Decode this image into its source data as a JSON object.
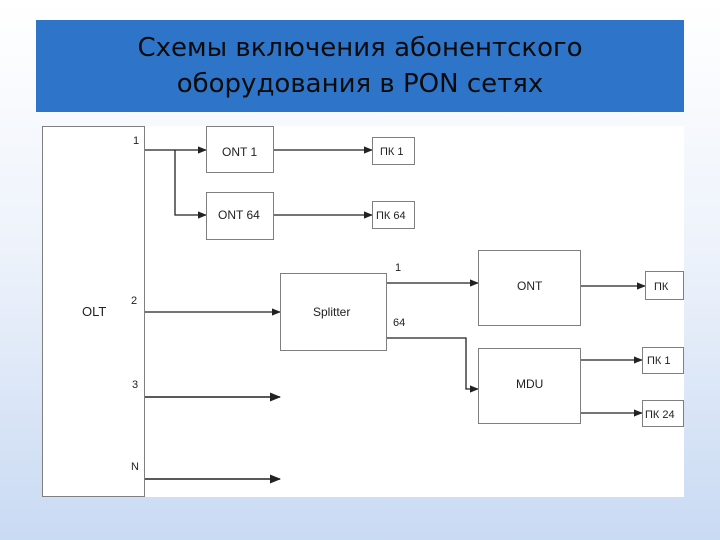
{
  "slide": {
    "title_line1": "Схемы включения абонентского",
    "title_line2": "оборудования в PON сетях"
  },
  "diagram": {
    "olt": "OLT",
    "ports": [
      "1",
      "2",
      "3",
      "N"
    ],
    "ont1": "ONT 1",
    "ont64": "ONT 64",
    "pk1": "ПК 1",
    "pk64": "ПК 64",
    "splitter": "Splitter",
    "splitter_out1": "1",
    "splitter_out64": "64",
    "ont": "ONT",
    "pk": "ПК",
    "mdu": "MDU",
    "mdu_pk1": "ПК 1",
    "mdu_pk24": "ПК 24"
  },
  "colors": {
    "title_bg": "#2e75c9",
    "line": "#222222",
    "box_border": "#7f7f7f"
  }
}
